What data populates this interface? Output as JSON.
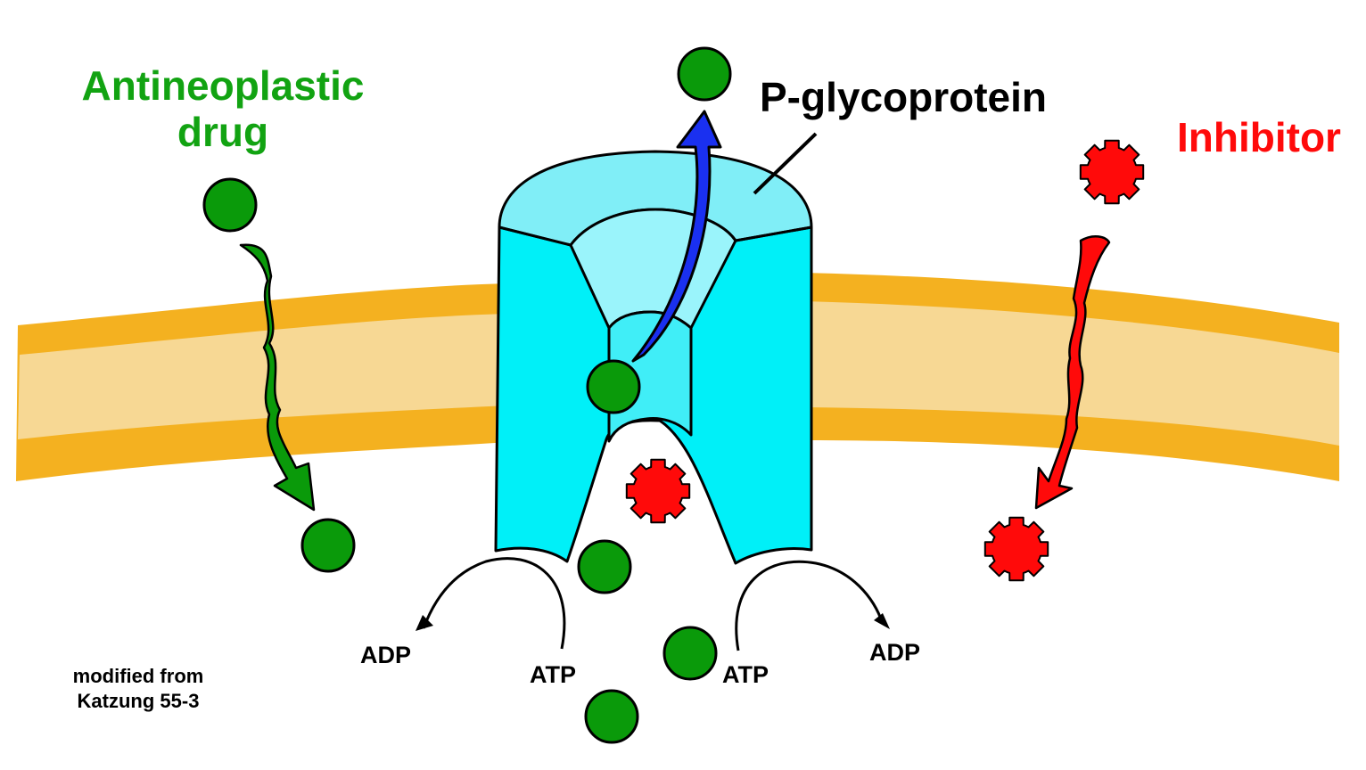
{
  "labels": {
    "drug_line1": "Antineoplastic",
    "drug_line2": "drug",
    "pgp": "P-glycoprotein",
    "inhibitor": "Inhibitor",
    "adp_left": "ADP",
    "atp_left": "ATP",
    "atp_right": "ATP",
    "adp_right": "ADP",
    "credit_line1": "modified from",
    "credit_line2": "Katzung 55-3"
  },
  "colors": {
    "drug": "#0a9a0a",
    "drug_text": "#12a312",
    "inhibitor": "#ff0a0a",
    "transporter": "#00f0f8",
    "transporter_inner": "#9af4fb",
    "efflux_arrow": "#1a30f0",
    "membrane_outer": "#f4b120",
    "membrane_inner": "#f7d894",
    "outline": "#000000"
  }
}
